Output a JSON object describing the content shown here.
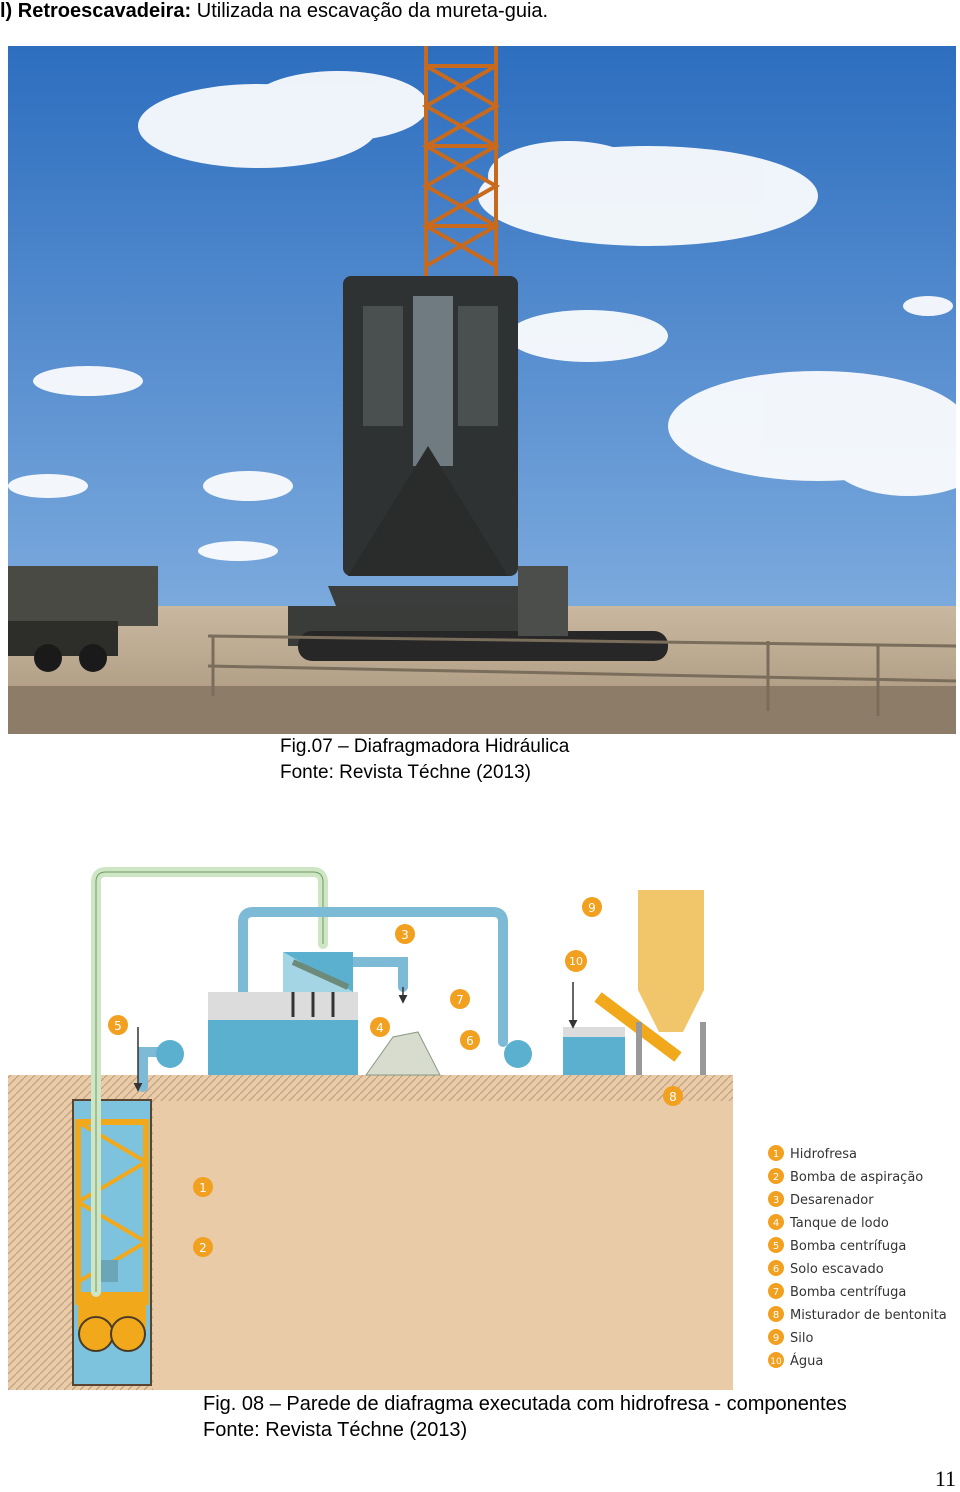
{
  "heading": {
    "label": "l) Retroescavadeira:",
    "text": " Utilizada na escavação da mureta-guia."
  },
  "figure1": {
    "caption_line1": "Fig.07 – Diafragmadora Hidráulica",
    "caption_line2": "Fonte: Revista Téchne (2013)"
  },
  "figure2": {
    "callouts": [
      "1",
      "2",
      "3",
      "4",
      "5",
      "6",
      "7",
      "8",
      "9",
      "10"
    ],
    "legend": [
      {
        "num": "1",
        "label": "Hidrofresa"
      },
      {
        "num": "2",
        "label": "Bomba de aspiração"
      },
      {
        "num": "3",
        "label": "Desarenador"
      },
      {
        "num": "4",
        "label": "Tanque de lodo"
      },
      {
        "num": "5",
        "label": "Bomba centrífuga"
      },
      {
        "num": "6",
        "label": "Solo escavado"
      },
      {
        "num": "7",
        "label": "Bomba centrífuga"
      },
      {
        "num": "8",
        "label": "Misturador de bentonita"
      },
      {
        "num": "9",
        "label": "Silo"
      },
      {
        "num": "10",
        "label": "Água"
      }
    ],
    "caption_line1": "Fig. 08 – Parede de diafragma executada com hidrofresa - componentes",
    "caption_line2": "Fonte: Revista Téchne (2013)"
  },
  "page_number": "11",
  "colors": {
    "sky": "#3f7fc9",
    "ground": "#e7c9a6",
    "soil_hatch": "#b89b7c",
    "water": "#5bb0cf",
    "pipe_green": "#cfe6c4",
    "pipe_blue": "#7dbad6",
    "yellow": "#f2a91b",
    "callout_orange": "#f2a01f"
  }
}
